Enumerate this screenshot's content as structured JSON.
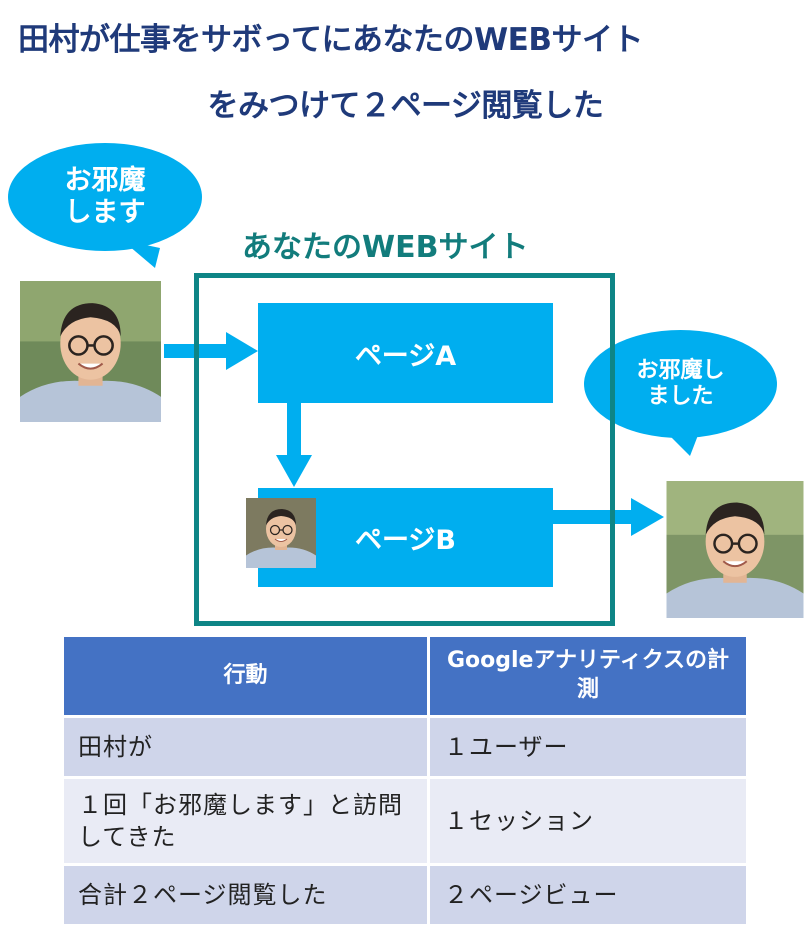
{
  "title": {
    "line1": "田村が仕事をサボってにあなたのWEBサイト",
    "line2": "をみつけて２ページ閲覧した"
  },
  "speech_left": {
    "line1": "お邪魔",
    "line2": "します"
  },
  "speech_right": {
    "line1": "お邪魔し",
    "line2": "ました"
  },
  "site_label": "あなたのWEBサイト",
  "page_a_label": "ページA",
  "page_b_label": "ページB",
  "colors": {
    "title": "#1f3a7a",
    "bubble": "#00aeef",
    "site_border": "#0e8586",
    "table_header": "#4472c4",
    "row_dark": "#cfd5ea",
    "row_light": "#e9ebf5"
  },
  "table": {
    "headers": [
      "行動",
      "Googleアナリティクスの計測"
    ],
    "rows": [
      [
        "田村が",
        "１ユーザー"
      ],
      [
        "１回「お邪魔します」と訪問してきた",
        "１セッション"
      ],
      [
        "合計２ページ閲覧した",
        "２ページビュー"
      ]
    ]
  }
}
